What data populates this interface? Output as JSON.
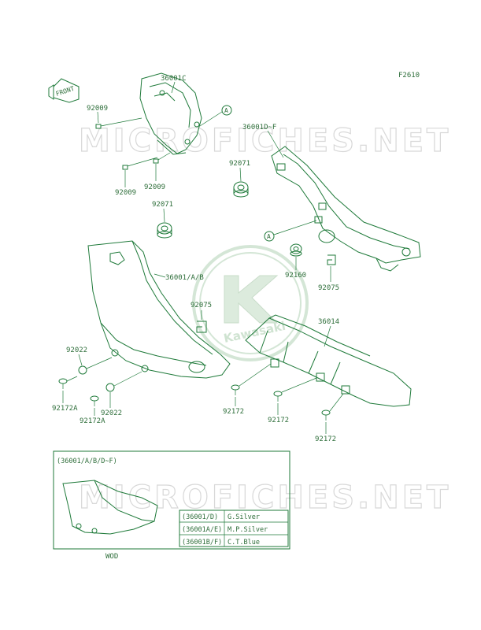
{
  "figure_code": "F2610",
  "front_label": "FRONT",
  "watermark": "MICROFICHES.NET",
  "logo_text": "Kawasaki",
  "callouts": {
    "ref_a": "A",
    "p36001c": "36001C",
    "p92009_1": "92009",
    "p92009_2": "92009",
    "p92009_3": "92009",
    "p36001df": "36001D~F",
    "p92071_1": "92071",
    "p92071_2": "92071",
    "p92160": "92160",
    "p92075_1": "92075",
    "p36001ab": "36001/A/B",
    "p92075_2": "92075",
    "p36014": "36014",
    "p92022_1": "92022",
    "p92022_2": "92022",
    "p92172a_1": "92172A",
    "p92172a_2": "92172A",
    "p92172_1": "92172",
    "p92172_2": "92172",
    "p92172_3": "92172"
  },
  "inset": {
    "title": "(36001/A/B/D~F)",
    "caption": "WOD",
    "colors": [
      {
        "part": "(36001/D)",
        "color": "G.Silver"
      },
      {
        "part": "(36001A/E)",
        "color": "M.P.Silver"
      },
      {
        "part": "(36001B/F)",
        "color": "C.T.Blue"
      }
    ]
  },
  "colors": {
    "line": "#1f7a3a",
    "text": "#2e6e3a",
    "watermark": "#d8d8d8"
  }
}
